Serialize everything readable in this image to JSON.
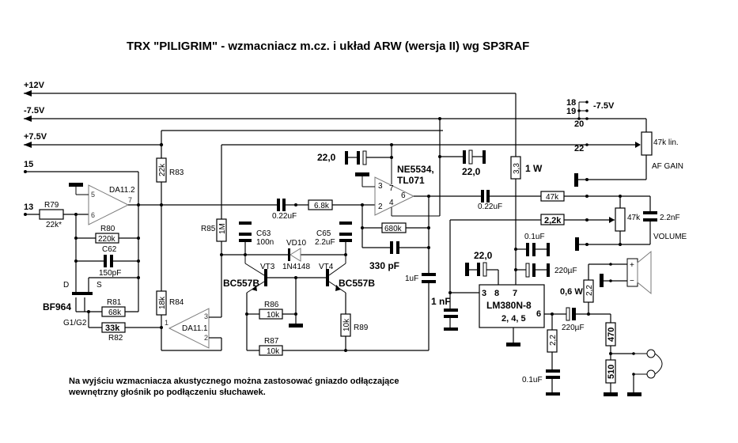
{
  "title": "TRX \"PILIGRIM\" - wzmacniacz m.cz. i układ ARW (wersja II) wg SP3RAF",
  "rails": {
    "p12": "+12V",
    "m75": "-7.5V",
    "p75": "+7.5V"
  },
  "pins": {
    "p15": "15",
    "p13": "13",
    "p18": "18",
    "p19": "19",
    "p20": "20",
    "p22": "22",
    "m75": "-7.5V"
  },
  "opamp_da112": {
    "name": "DA11.2",
    "pin5": "5",
    "pin6": "6",
    "pin7": "7"
  },
  "opamp_da111": {
    "name": "DA11.1",
    "pin1": "1",
    "pin2": "2",
    "pin3": "3"
  },
  "opamp_ne": {
    "name1": "NE5534,",
    "name2": "TL071",
    "pin3": "3",
    "pin7": "7",
    "pin2": "2",
    "pin4": "4",
    "pin6": "6"
  },
  "ic_lm": {
    "name": "LM380N-8",
    "pins_top": "3    8    7",
    "pins_gnd": "2, 4, 5",
    "pin6": "6"
  },
  "components": {
    "r79": {
      "ref": "R79",
      "value": "22k*"
    },
    "r80": {
      "ref": "R80",
      "value": "220k"
    },
    "c62": {
      "ref": "C62",
      "value": "150pF"
    },
    "r81": {
      "ref": "R81",
      "value": "68k"
    },
    "r82": {
      "ref": "R82",
      "value": "33k"
    },
    "r83": {
      "ref": "R83",
      "value": "22k"
    },
    "r84": {
      "ref": "R84",
      "value": "18k"
    },
    "r85": {
      "ref": "R85",
      "value": "1M"
    },
    "c63": {
      "ref": "C63",
      "value": "100n"
    },
    "c65": {
      "ref": "C65",
      "value": "2.2uF"
    },
    "vd10": {
      "ref": "VD10",
      "value": "1N4148"
    },
    "vt3": {
      "ref": "VT3",
      "value": "BC557B"
    },
    "vt4": {
      "ref": "VT4",
      "value": "BC557B"
    },
    "r86": {
      "ref": "R86",
      "value": "10k"
    },
    "r87": {
      "ref": "R87",
      "value": "10k"
    },
    "r89": {
      "ref": "R89",
      "value": "10k"
    },
    "bf964": {
      "ref": "BF964",
      "d": "D",
      "s": "S",
      "g": "G1/G2"
    },
    "c_in": {
      "value": "0.22uF"
    },
    "r_68k": {
      "value": "6.8k"
    },
    "r_680k": {
      "value": "680k"
    },
    "c_330p": {
      "value": "330 pF"
    },
    "c_1uf": {
      "value": "1uF"
    },
    "c_22_ne": {
      "value": "22,0"
    },
    "c_22_mid": {
      "value": "22,0"
    },
    "r_33": {
      "value": "3,3",
      "power": "1 W"
    },
    "c_out": {
      "value": "0.22uF"
    },
    "r_47k": {
      "value": "47k"
    },
    "r_22k": {
      "value": "2,2k"
    },
    "pot_gain": {
      "value": "47k lin.",
      "label": "AF GAIN"
    },
    "pot_vol": {
      "value": "47k",
      "label": "VOLUME"
    },
    "c_22n": {
      "value": "2.2nF"
    },
    "c_01_top": {
      "value": "0.1uF"
    },
    "c_220_top": {
      "value": "220µF"
    },
    "c_22_lm": {
      "value": "22,0"
    },
    "c_1nf": {
      "value": "1 nF"
    },
    "r_spk": {
      "value": "2,2",
      "power": "0,6 W"
    },
    "c_220_out": {
      "value": "220µF"
    },
    "r_zob": {
      "value": "2,2"
    },
    "c_zob": {
      "value": "0.1uF"
    },
    "r_470": {
      "value": "470"
    },
    "r_510": {
      "value": "510"
    },
    "spk": {
      "plus": "+",
      "minus": "−"
    }
  },
  "note": {
    "line1": "Na wyjściu wzmacniacza akustycznego można zastosować gniazdo odłączające",
    "line2": "wewnętrzny głośnik po podłączeniu słuchawek."
  }
}
